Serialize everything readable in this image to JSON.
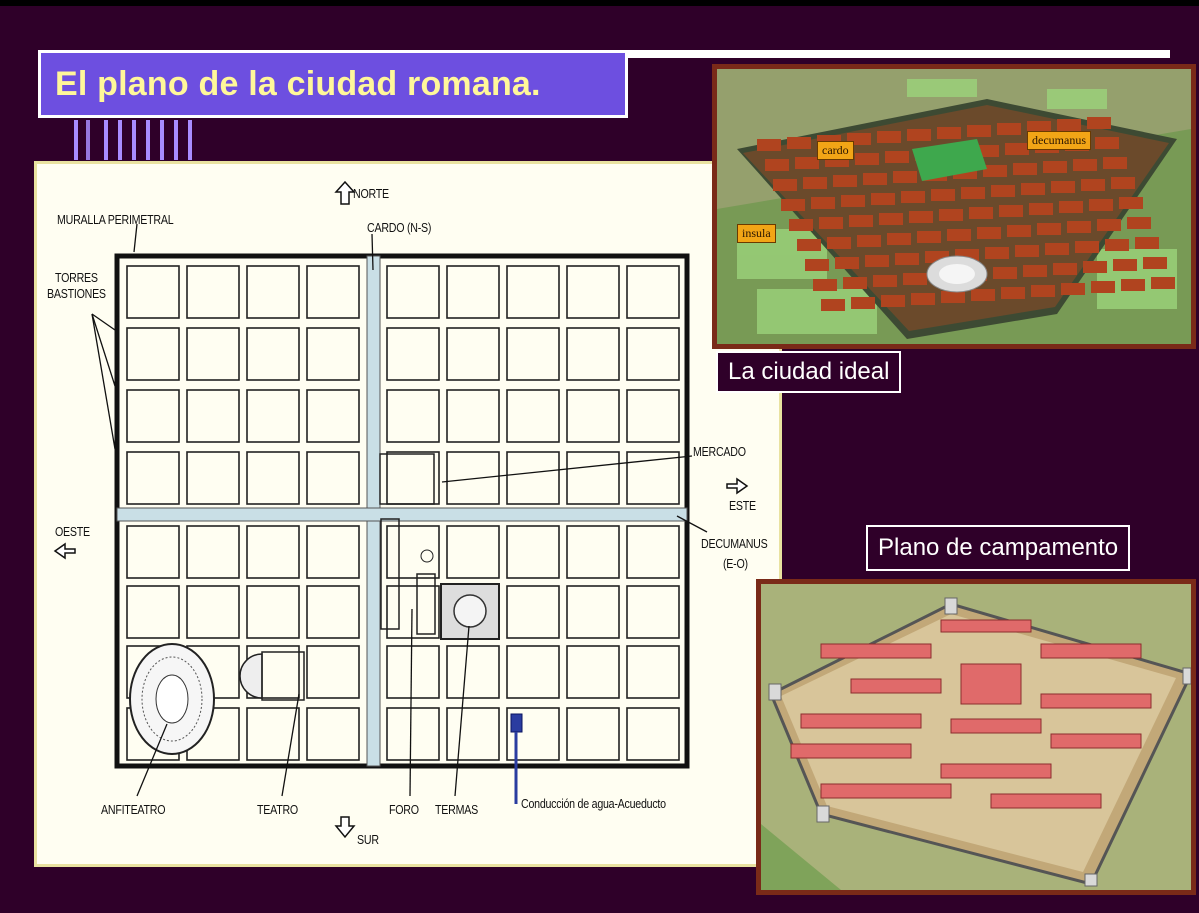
{
  "slide": {
    "title": "El plano de la ciudad romana.",
    "colors": {
      "background": "#2f0029",
      "title_box": "#6d4fe0",
      "title_text": "#fff79a",
      "frame": "#7a2a18"
    }
  },
  "plan": {
    "labels": {
      "norte": "NORTE",
      "muralla": "MURALLA PERIMETRAL",
      "cardo": "CARDO (N-S)",
      "torres": "TORRES",
      "bastiones": "BASTIONES",
      "mercado": "MERCADO",
      "este": "ESTE",
      "oeste": "OESTE",
      "decumanus": "DECUMANUS",
      "decumanus_eo": "(E-O)",
      "anfiteatro": "ANFITEATRO",
      "teatro": "TEATRO",
      "foro": "FORO",
      "termas": "TERMAS",
      "acueducto": "Conducción de agua-Acueducto",
      "sur": "SUR"
    }
  },
  "photo_ideal": {
    "caption": "La ciudad ideal",
    "tags": {
      "cardo": "cardo",
      "decumanus": "decumanus",
      "insula": "insula"
    }
  },
  "photo_camp": {
    "caption": "Plano de campamento"
  }
}
